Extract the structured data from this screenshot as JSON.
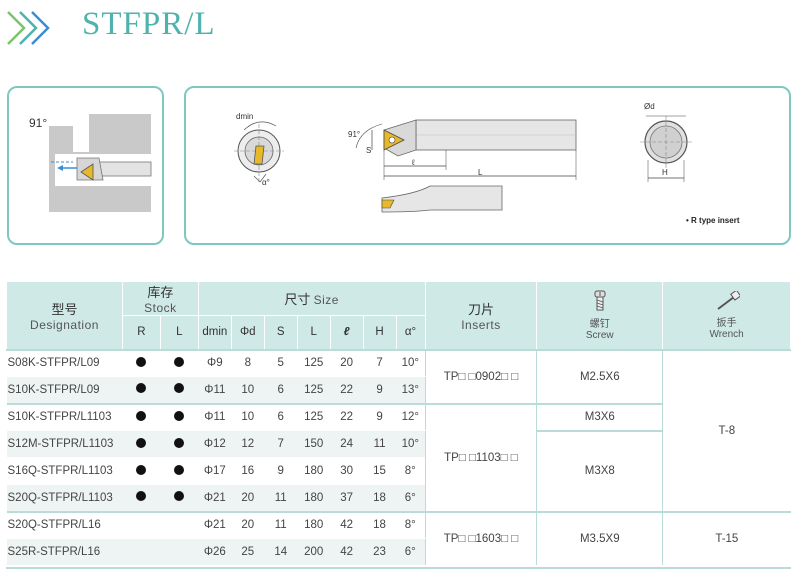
{
  "header": {
    "title": "STFPR/L"
  },
  "colors": {
    "accent": "#4fb3ad",
    "chevron_blue": "#3a8fd1",
    "chevron_green": "#7cc36a",
    "table_header": "#cfe9e6"
  },
  "left_diagram": {
    "angle": "91°"
  },
  "right_diagram": {
    "dmin_label": "dmin",
    "alpha_label": "α°",
    "angle_label": "91°",
    "s_label": "S",
    "l_small_label": "ℓ",
    "l_label": "L",
    "od_label": "Ød",
    "h_label": "H",
    "note": "• R type insert"
  },
  "table": {
    "headers": {
      "designation_cn": "型号",
      "designation_en": "Designation",
      "stock_cn": "库存",
      "stock_en": "Stock",
      "r": "R",
      "l": "L",
      "size_cn": "尺寸",
      "size_en": "Size",
      "dmin": "dmin",
      "od": "Φd",
      "s": "S",
      "L": "L",
      "ell": "ℓ",
      "h": "H",
      "alpha": "α°",
      "inserts_cn": "刀片",
      "inserts_en": "Inserts",
      "screw_cn": "螺钉",
      "screw_en": "Screw",
      "wrench_cn": "扳手",
      "wrench_en": "Wrench"
    },
    "rows": [
      {
        "designation": "S08K-STFPR/L09",
        "r": true,
        "l": true,
        "dmin": "Φ9",
        "d": "8",
        "s": "5",
        "L": "125",
        "ell": "20",
        "h": "7",
        "alpha": "10°"
      },
      {
        "designation": "S10K-STFPR/L09",
        "r": true,
        "l": true,
        "dmin": "Φ11",
        "d": "10",
        "s": "6",
        "L": "125",
        "ell": "22",
        "h": "9",
        "alpha": "13°"
      },
      {
        "designation": "S10K-STFPR/L1103",
        "r": true,
        "l": true,
        "dmin": "Φ11",
        "d": "10",
        "s": "6",
        "L": "125",
        "ell": "22",
        "h": "9",
        "alpha": "12°"
      },
      {
        "designation": "S12M-STFPR/L1103",
        "r": true,
        "l": true,
        "dmin": "Φ12",
        "d": "12",
        "s": "7",
        "L": "150",
        "ell": "24",
        "h": "11",
        "alpha": "10°"
      },
      {
        "designation": "S16Q-STFPR/L1103",
        "r": true,
        "l": true,
        "dmin": "Φ17",
        "d": "16",
        "s": "9",
        "L": "180",
        "ell": "30",
        "h": "15",
        "alpha": "8°"
      },
      {
        "designation": "S20Q-STFPR/L1103",
        "r": true,
        "l": true,
        "dmin": "Φ21",
        "d": "20",
        "s": "11",
        "L": "180",
        "ell": "37",
        "h": "18",
        "alpha": "6°"
      },
      {
        "designation": "S20Q-STFPR/L16",
        "r": false,
        "l": false,
        "dmin": "Φ21",
        "d": "20",
        "s": "11",
        "L": "180",
        "ell": "42",
        "h": "18",
        "alpha": "8°"
      },
      {
        "designation": "S25R-STFPR/L16",
        "r": false,
        "l": false,
        "dmin": "Φ26",
        "d": "25",
        "s": "14",
        "L": "200",
        "ell": "42",
        "h": "23",
        "alpha": "6°"
      }
    ],
    "groups": [
      {
        "insert": "TP□ □0902□ □",
        "screw": "M2.5X6",
        "wrench": "T-8"
      },
      {
        "insert": "TP□ □1103□ □",
        "screw_a": "M3X6",
        "screw_b": "M3X8",
        "wrench": "T-8"
      },
      {
        "insert": "TP□ □1603□ □",
        "screw": "M3.5X9",
        "wrench": "T-15"
      }
    ]
  }
}
